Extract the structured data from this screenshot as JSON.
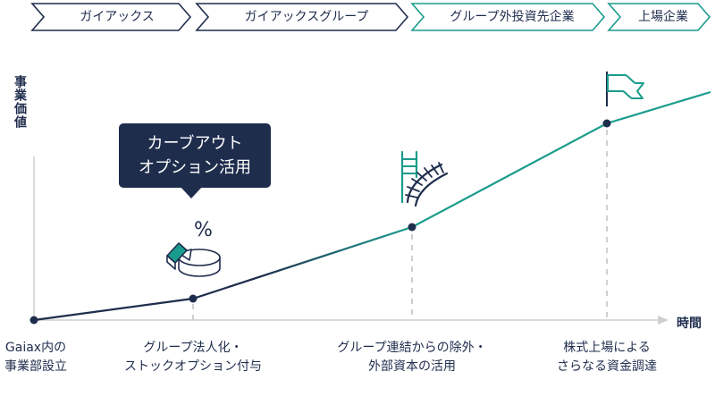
{
  "stages": [
    {
      "label": "ガイアックス"
    },
    {
      "label": "ガイアックスグループ"
    },
    {
      "label": "グループ外投資先企業"
    },
    {
      "label": "上場企業"
    }
  ],
  "axis": {
    "y_label": "事業価値",
    "x_label": "時間"
  },
  "callout": {
    "text": "カーブアウト\nオプション活用"
  },
  "percent_symbol": "%",
  "milestones": [
    {
      "label": "Gaiax内の\n事業部設立"
    },
    {
      "label": "グループ法人化・\nストックオプション付与"
    },
    {
      "label": "グループ連結からの除外・\n外部資本の活用"
    },
    {
      "label": "株式上場による\nさらなる資金調達"
    }
  ],
  "icons": [
    "pie-chart-icon",
    "railway-track-icon",
    "flag-icon"
  ],
  "colors": {
    "navy": "#1f2d4d",
    "teal": "#1a9c8c",
    "gray": "#cfcfcf"
  }
}
